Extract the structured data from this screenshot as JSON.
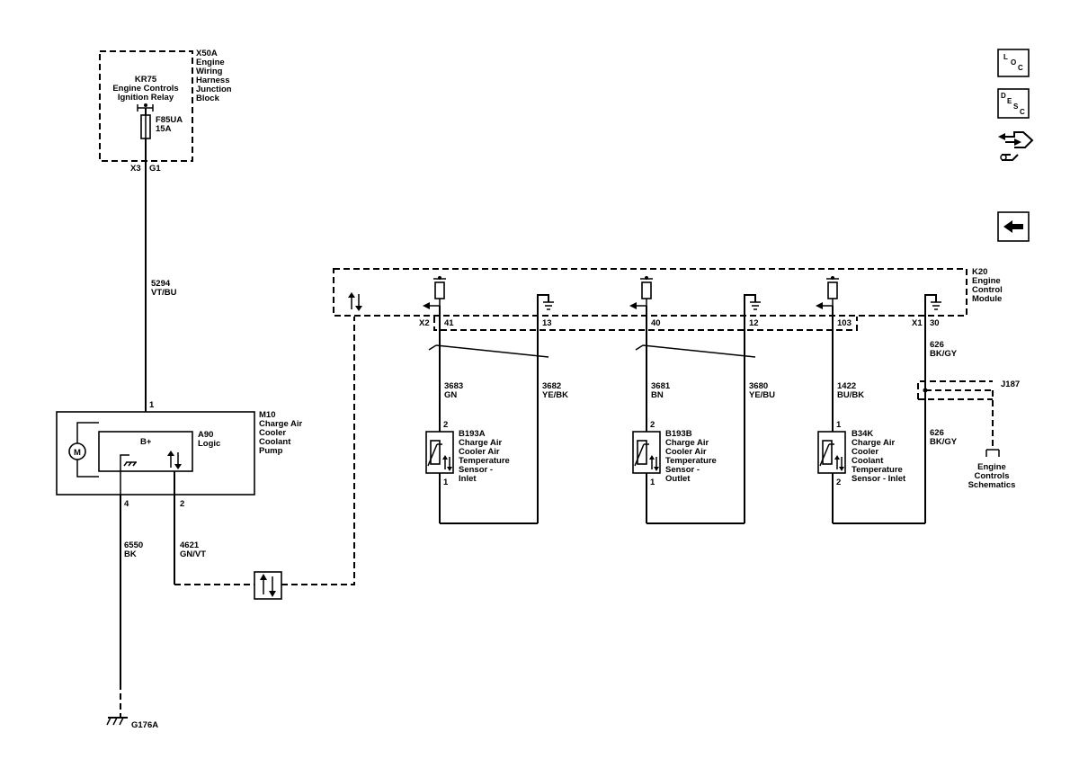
{
  "junction_block": {
    "ref": "X50A",
    "name_lines": [
      "Engine",
      "Wiring",
      "Harness",
      "Junction",
      "Block"
    ],
    "relay_ref": "KR75",
    "relay_lines": [
      "Engine Controls",
      "Ignition Relay"
    ],
    "fuse_ref": "F85UA",
    "fuse_rating": "15A",
    "connector": "X3",
    "pin": "G1"
  },
  "feed_wire": {
    "circuit": "5294",
    "color": "VT/BU"
  },
  "pump": {
    "ref": "M10",
    "name_lines": [
      "Charge Air",
      "Cooler",
      "Coolant",
      "Pump"
    ],
    "logic_ref": "A90",
    "logic_name": "Logic",
    "bplus": "B+",
    "motor_symbol": "M",
    "pin_power": "1",
    "pin_ground": "4",
    "pin_signal": "2"
  },
  "ground_wire": {
    "circuit": "6550",
    "color": "BK"
  },
  "ground_ref": "G176A",
  "signal_wire": {
    "circuit": "4621",
    "color": "GN/VT"
  },
  "ecm": {
    "ref": "K20",
    "name_lines": [
      "Engine",
      "Control",
      "Module"
    ],
    "connector_x2": "X2",
    "connector_x1": "X1"
  },
  "sensors": [
    {
      "ref": "B193A",
      "name_lines": [
        "Charge Air",
        "Cooler Air",
        "Temperature",
        "Sensor -",
        "Inlet"
      ],
      "signal_pin": "41",
      "low_pin": "13",
      "signal_circuit": "3683",
      "signal_color": "GN",
      "low_circuit": "3682",
      "low_color": "YE/BK",
      "sensor_pin_top": "2",
      "sensor_pin_bottom": "1"
    },
    {
      "ref": "B193B",
      "name_lines": [
        "Charge Air",
        "Cooler Air",
        "Temperature",
        "Sensor -",
        "Outlet"
      ],
      "signal_pin": "40",
      "low_pin": "12",
      "signal_circuit": "3681",
      "signal_color": "BN",
      "low_circuit": "3680",
      "low_color": "YE/BU",
      "sensor_pin_top": "2",
      "sensor_pin_bottom": "1"
    },
    {
      "ref": "B34K",
      "name_lines": [
        "Charge Air",
        "Cooler",
        "Coolant",
        "Temperature",
        "Sensor - Inlet"
      ],
      "signal_pin": "103",
      "low_pin": "30",
      "signal_circuit": "1422",
      "signal_color": "BU/BK",
      "low_circuit_top": "626",
      "low_color_top": "BK/GY",
      "low_circuit_bottom": "626",
      "low_color_bottom": "BK/GY",
      "sensor_pin_top": "1",
      "sensor_pin_bottom": "2"
    }
  ],
  "splice": {
    "ref": "J187",
    "ref_lines": [
      "Engine",
      "Controls",
      "Schematics"
    ]
  },
  "nav": {
    "loc_letters": [
      "L",
      "O",
      "C"
    ],
    "desc_letters": [
      "D",
      "E",
      "S",
      "C"
    ],
    "service_icon": "connector-tools-icon",
    "back_icon": "left-arrow-icon"
  }
}
